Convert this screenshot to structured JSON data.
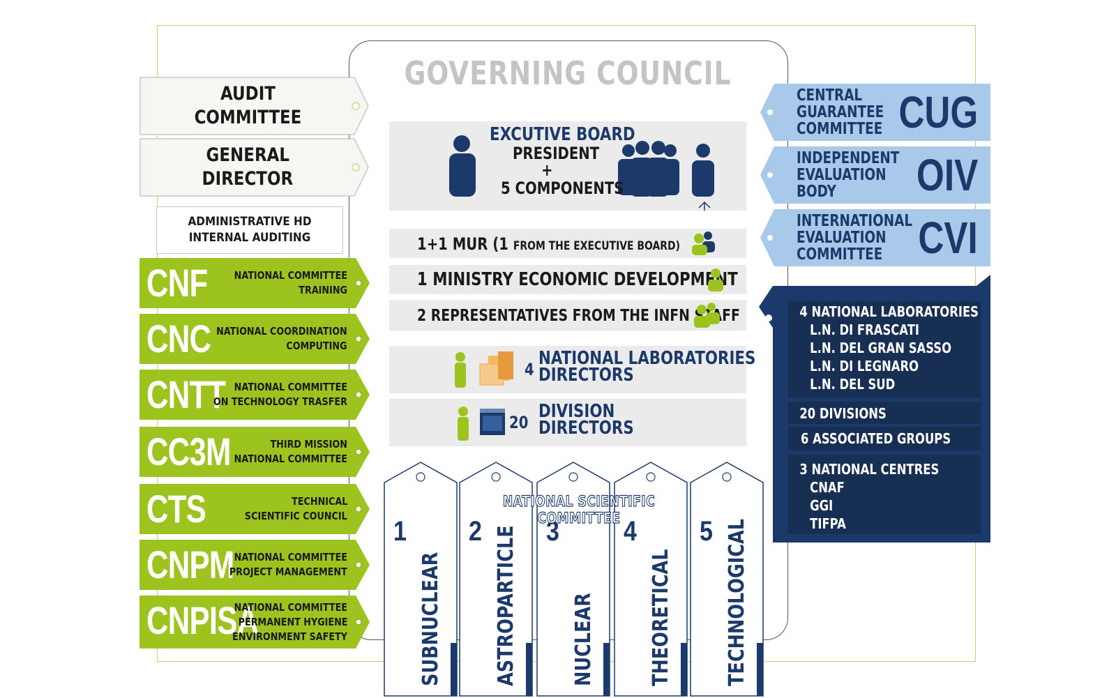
{
  "council": {
    "title": "GOVERNING COUNCIL"
  },
  "left_white": [
    {
      "lines": [
        "AUDIT",
        "COMMITTEE"
      ]
    },
    {
      "lines": [
        "GENERAL",
        "DIRECTOR"
      ]
    }
  ],
  "admin_box": {
    "lines": [
      "ADMINISTRATIVE HD",
      "INTERNAL AUDITING"
    ]
  },
  "green_tags": [
    {
      "code": "CNF",
      "desc": [
        "NATIONAL COMMITTEE",
        "TRAINING"
      ]
    },
    {
      "code": "CNC",
      "desc": [
        "NATIONAL COORDINATION",
        "COMPUTING"
      ]
    },
    {
      "code": "CNTT",
      "desc": [
        "NATIONAL COMMITTEE",
        "ON TECHNOLOGY TRASFER"
      ]
    },
    {
      "code": "CC3M",
      "desc": [
        "THIRD MISSION",
        "NATIONAL COMMITTEE"
      ]
    },
    {
      "code": "CTS",
      "desc": [
        "TECHNICAL",
        "SCIENTIFIC COUNCIL"
      ]
    },
    {
      "code": "CNPM",
      "desc": [
        "NATIONAL COMMITTEE",
        "PROJECT MANAGEMENT"
      ]
    },
    {
      "code": "CNPISA",
      "desc": [
        "NATIONAL COMMITTEE",
        "PERMANENT HYGIENE",
        "ENVIRONMENT SAFETY"
      ]
    }
  ],
  "executive": {
    "title": "EXCUTIVE BOARD",
    "line1": "PRESIDENT",
    "plus": "+",
    "line2": "5 COMPONENTS"
  },
  "members": {
    "mur_main": "1+1  MUR (1 ",
    "mur_small": "FROM THE EXECUTIVE BOARD)",
    "ministry": "1 MINISTRY ECONOMIC DEVELOPMENT",
    "staff": "2 REPRESENTATIVES FROM THE INFN STAFF"
  },
  "lab_directors": {
    "count": "4",
    "lines": [
      "NATIONAL LABORATORIES",
      "DIRECTORS"
    ]
  },
  "division_directors": {
    "count": "20",
    "lines": [
      "DIVISION",
      "DIRECTORS"
    ]
  },
  "right_tags": [
    {
      "lines": [
        "CENTRAL",
        "GUARANTEE",
        "COMMITTEE"
      ],
      "abbr": "CUG"
    },
    {
      "lines": [
        "INDEPENDENT",
        "EVALUATION",
        "BODY"
      ],
      "abbr": "OIV"
    },
    {
      "lines": [
        "INTERNATIONAL",
        "EVALUATION",
        "COMMITTEE"
      ],
      "abbr": "CVI"
    }
  ],
  "structure": {
    "labs_title": "4 NATIONAL LABORATORIES",
    "labs": [
      "L.N. DI FRASCATI",
      "L.N. DEL GRAN SASSO",
      "L.N. DI LEGNARO",
      "L.N. DEL SUD"
    ],
    "divisions": "20 DIVISIONS",
    "groups": "6 ASSOCIATED GROUPS",
    "centres_title": "3 NATIONAL CENTRES",
    "centres": [
      "CNAF",
      "GGI",
      "TIFPA"
    ]
  },
  "scientific": {
    "title": "NATIONAL SCIENTIFIC COMMITTEE",
    "committees": [
      {
        "num": "1",
        "name": "SUBNUCLEAR"
      },
      {
        "num": "2",
        "name": "ASTROPARTICLE"
      },
      {
        "num": "3",
        "name": "NUCLEAR"
      },
      {
        "num": "4",
        "name": "THEORETICAL"
      },
      {
        "num": "5",
        "name": "TECHNOLOGICAL"
      }
    ]
  },
  "colors": {
    "green": "#9dc31e",
    "navy": "#1b3a6b",
    "light_blue": "#a9c9ea",
    "gray_row": "#ebebeb"
  }
}
